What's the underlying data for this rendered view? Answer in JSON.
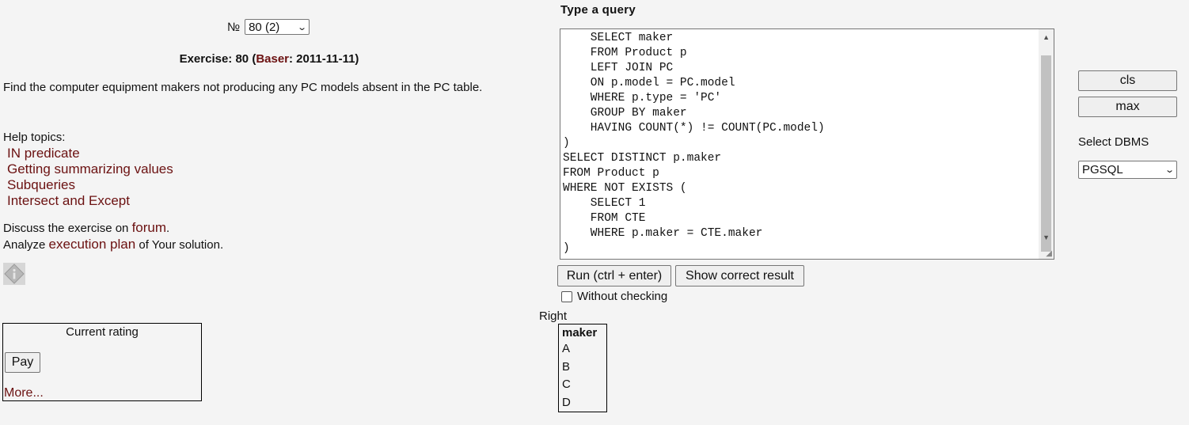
{
  "exercise_selector": {
    "prefix": "№",
    "value": "80 (2)"
  },
  "exercise_title": {
    "label": "Exercise: 80 (",
    "author": "Baser",
    "date": ": 2011-11-11)"
  },
  "task_text": "Find the computer equipment makers not producing any PC models absent in the PC table.",
  "help": {
    "label": "Help topics:",
    "topics": [
      "IN predicate",
      "Getting summarizing values",
      "Subqueries",
      "Intersect and Except"
    ]
  },
  "discuss": {
    "prefix": "Discuss the exercise on ",
    "forum_link": "forum",
    "suffix": ".",
    "analyze_prefix": "Analyze ",
    "plan_link": "execution plan",
    "analyze_suffix": " of Your solution."
  },
  "rating": {
    "title": "Current rating",
    "pay_label": "Pay",
    "more_label": "More..."
  },
  "query": {
    "label": "Type a query",
    "code": "    SELECT maker\n    FROM Product p\n    LEFT JOIN PC\n    ON p.model = PC.model\n    WHERE p.type = 'PC'\n    GROUP BY maker\n    HAVING COUNT(*) != COUNT(PC.model)\n)\nSELECT DISTINCT p.maker\nFROM Product p\nWHERE NOT EXISTS (\n    SELECT 1\n    FROM CTE\n    WHERE p.maker = CTE.maker\n)"
  },
  "buttons": {
    "run": "Run (ctrl + enter)",
    "show_correct": "Show correct result",
    "cls": "cls",
    "max": "max"
  },
  "without_checking": "Without checking",
  "result": {
    "status": "Right",
    "column": "maker",
    "rows": [
      "A",
      "B",
      "C",
      "D"
    ]
  },
  "dbms": {
    "label": "Select DBMS",
    "value": "PGSQL"
  },
  "colors": {
    "link": "#6b1111",
    "background": "#f4f4f4"
  }
}
